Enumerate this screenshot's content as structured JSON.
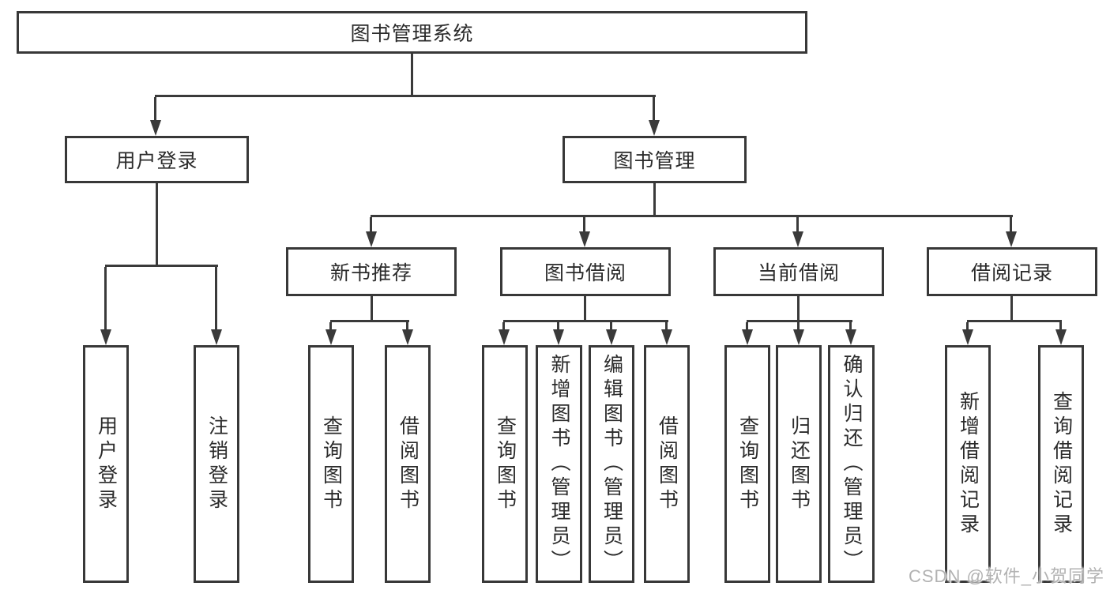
{
  "root": {
    "label": "图书管理系统"
  },
  "branches": [
    {
      "label": "用户登录",
      "leaves": [
        {
          "label": "用户登录"
        },
        {
          "label": "注销登录"
        }
      ]
    },
    {
      "label": "图书管理",
      "groups": [
        {
          "label": "新书推荐",
          "leaves": [
            {
              "label": "查询图书"
            },
            {
              "label": "借阅图书"
            }
          ]
        },
        {
          "label": "图书借阅",
          "leaves": [
            {
              "label": "查询图书"
            },
            {
              "label": "新增图书（管理员）"
            },
            {
              "label": "编辑图书（管理员）"
            },
            {
              "label": "借阅图书"
            }
          ]
        },
        {
          "label": "当前借阅",
          "leaves": [
            {
              "label": "查询图书"
            },
            {
              "label": "归还图书"
            },
            {
              "label": "确认归还（管理员）"
            }
          ]
        },
        {
          "label": "借阅记录",
          "leaves": [
            {
              "label": "新增借阅记录"
            },
            {
              "label": "查询借阅记录"
            }
          ]
        }
      ]
    }
  ],
  "watermark": {
    "text": "CSDN @软件_小贺同学"
  },
  "colors": {
    "line": "#3a3a3a",
    "text": "#2b2b2b",
    "watermark": "#b2b2b2",
    "background": "#ffffff"
  }
}
